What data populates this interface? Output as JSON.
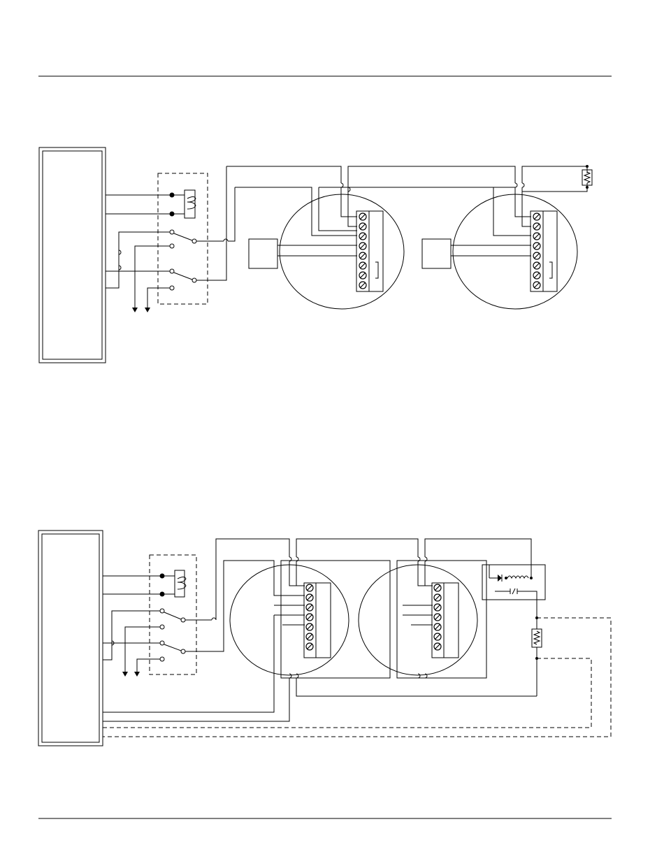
{
  "colors": {
    "line": "#000000",
    "background": "#ffffff"
  },
  "diagrams": [
    {
      "name": "upper-wiring-diagram",
      "modules": 2,
      "terminals_per_block": 8,
      "end_device": "resistor"
    },
    {
      "name": "lower-wiring-diagram",
      "modules": 2,
      "terminals_per_block": 7,
      "end_device": "relay-resistor"
    }
  ]
}
